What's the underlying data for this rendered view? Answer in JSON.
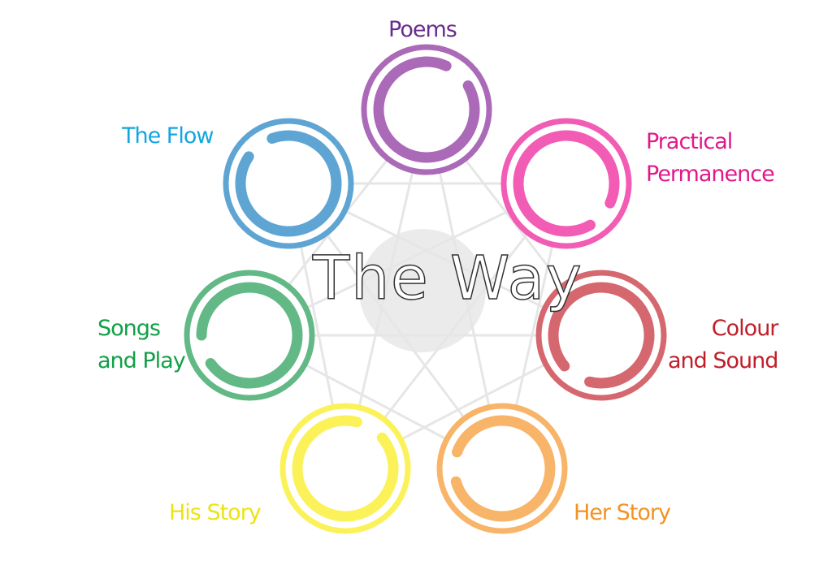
{
  "title": "The Way",
  "nodes": [
    {
      "label": [
        "Poems"
      ],
      "ring": "#ab6ab8",
      "text": "#6a2c8c"
    },
    {
      "label": [
        "Practical",
        "Permanence"
      ],
      "ring": "#f25cb4",
      "text": "#e0188c"
    },
    {
      "label": [
        "Colour",
        "and Sound"
      ],
      "ring": "#d5686f",
      "text": "#c01f2a"
    },
    {
      "label": [
        "Her Story"
      ],
      "ring": "#f8b468",
      "text": "#f39223"
    },
    {
      "label": [
        "His Story"
      ],
      "ring": "#fbf25a",
      "text": "#eee212"
    },
    {
      "label": [
        "Songs",
        "and Play"
      ],
      "ring": "#62b985",
      "text": "#11a047"
    },
    {
      "label": [
        "The Flow"
      ],
      "ring": "#5fa5d3",
      "text": "#12a6df"
    }
  ]
}
